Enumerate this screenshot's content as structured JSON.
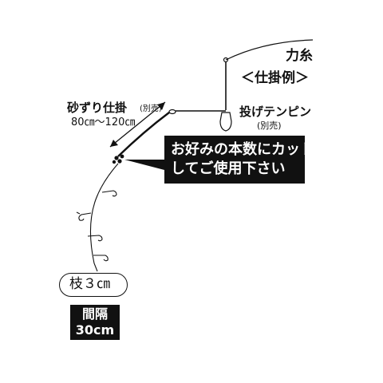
{
  "labels": {
    "main_line": "力糸",
    "example_title": "＜仕掛例＞",
    "sinker_name": "投げテンピン",
    "sinker_note": "(別売)",
    "rig_name": "砂ずり仕掛",
    "rig_note": "(別売)",
    "rig_length": "80㎝～120㎝"
  },
  "callout": {
    "line1": "お好みの本数にカット",
    "line2": "してご使用下さい"
  },
  "branch_label": "枝３㎝",
  "spacing": {
    "line1": "間隔",
    "line2": "30cm"
  },
  "colors": {
    "line": "#111111",
    "callout_bg": "#111111",
    "callout_text": "#ffffff"
  }
}
